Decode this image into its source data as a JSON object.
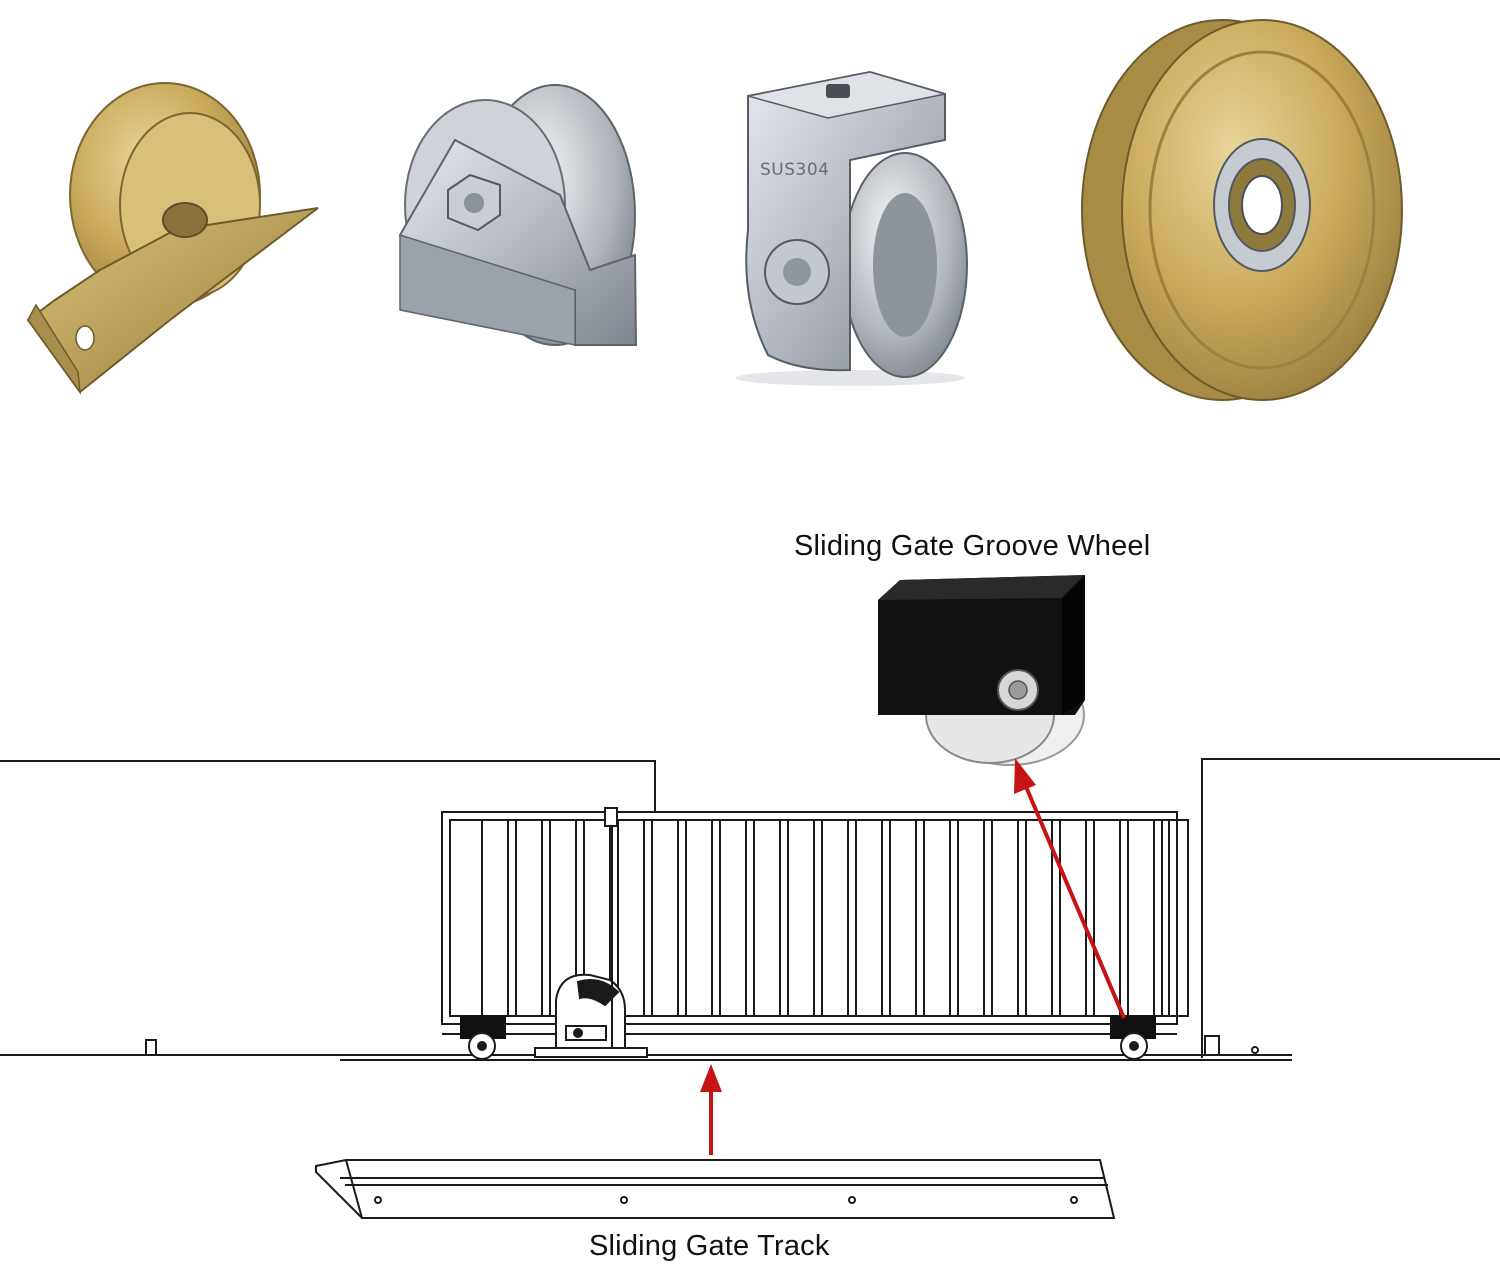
{
  "labels": {
    "groove_wheel": "Sliding Gate Groove Wheel",
    "track": "Sliding Gate Track"
  },
  "products": {
    "roller_bracket_engraving": "SUS304"
  },
  "colors": {
    "arrow": "#c41414",
    "outline": "#1a1a1a",
    "brass": "#c9a85a",
    "steel": "#b8bcc2",
    "housing": "#111111"
  }
}
